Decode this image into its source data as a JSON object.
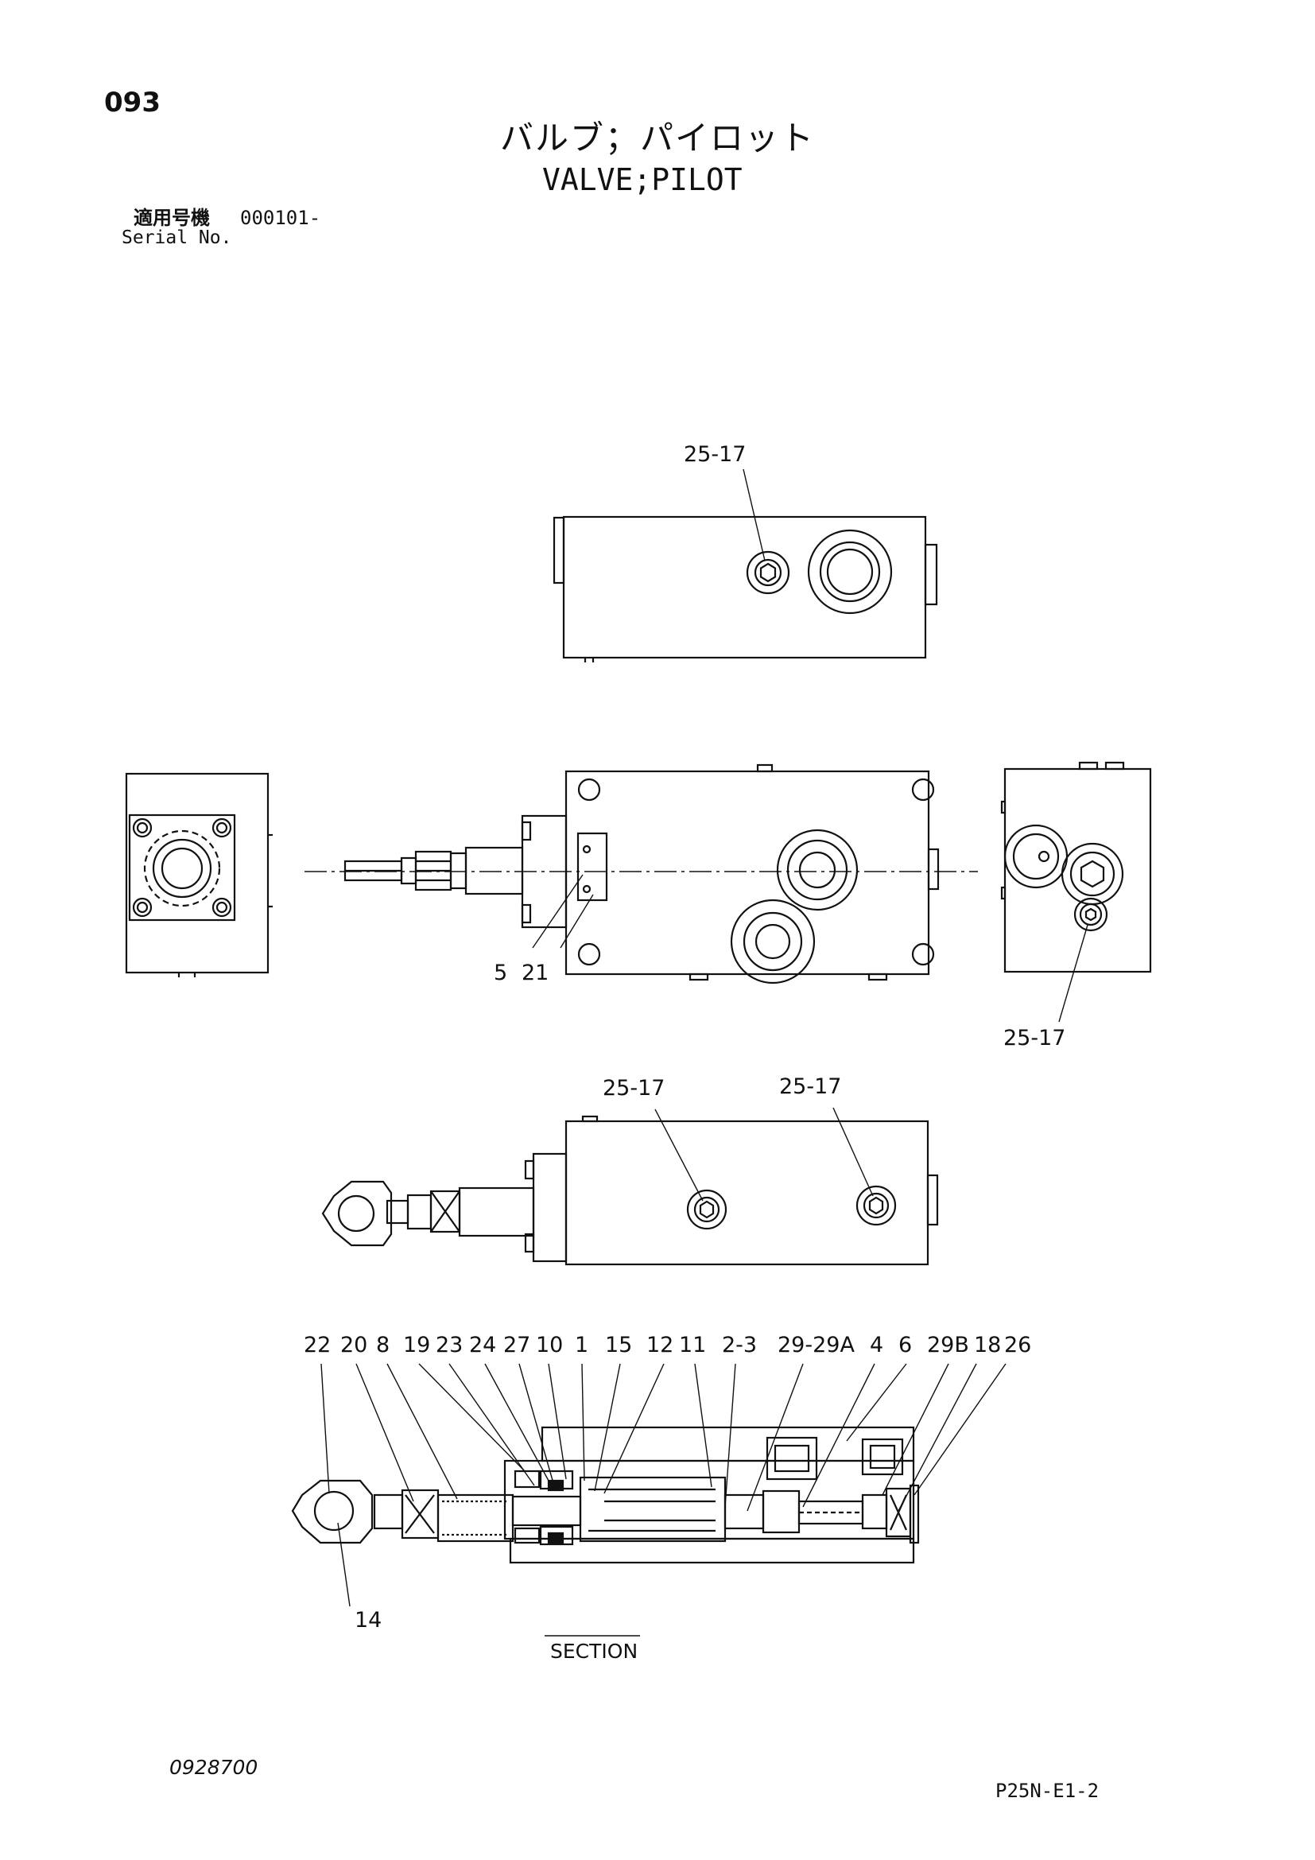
{
  "header": {
    "page_number": "093",
    "title_jp": "バルブ；パイロット",
    "title_en": "VALVE;PILOT",
    "serial_label_jp": "適用号機",
    "serial_range": "000101-",
    "serial_label_en": "Serial No."
  },
  "callouts": {
    "top_view_bolt": "25-17",
    "front_bolt_5": "5",
    "front_bolt_21": "21",
    "right_view_bolt": "25-17",
    "side_view_bolt_left": "25-17",
    "side_view_bolt_right": "25-17",
    "section": [
      "22",
      "20",
      "8",
      "19",
      "23",
      "24",
      "27",
      "10",
      "1",
      "15",
      "12",
      "11",
      "2-3",
      "29-29A",
      "4",
      "6",
      "29B",
      "18",
      "26"
    ],
    "eye_bolt": "14"
  },
  "section_label": "SECTION",
  "footer": {
    "doc_number": "0928700",
    "page_code": "P25N-E1-2"
  }
}
